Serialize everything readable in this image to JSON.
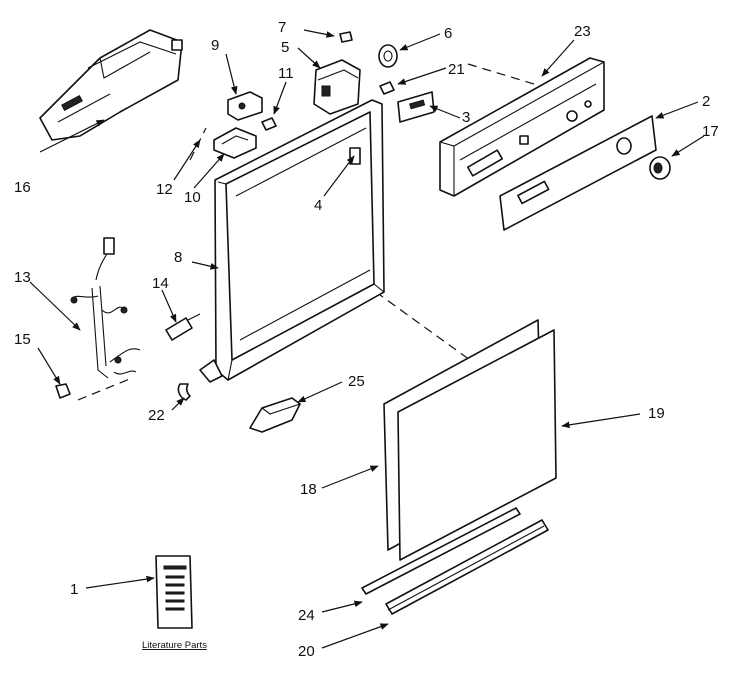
{
  "diagram": {
    "callouts": [
      "1",
      "2",
      "3",
      "4",
      "5",
      "6",
      "7",
      "8",
      "9",
      "10",
      "11",
      "12",
      "13",
      "14",
      "15",
      "16",
      "17",
      "18",
      "19",
      "20",
      "21",
      "22",
      "23",
      "24",
      "25"
    ],
    "literature_label": "Literature Parts"
  }
}
